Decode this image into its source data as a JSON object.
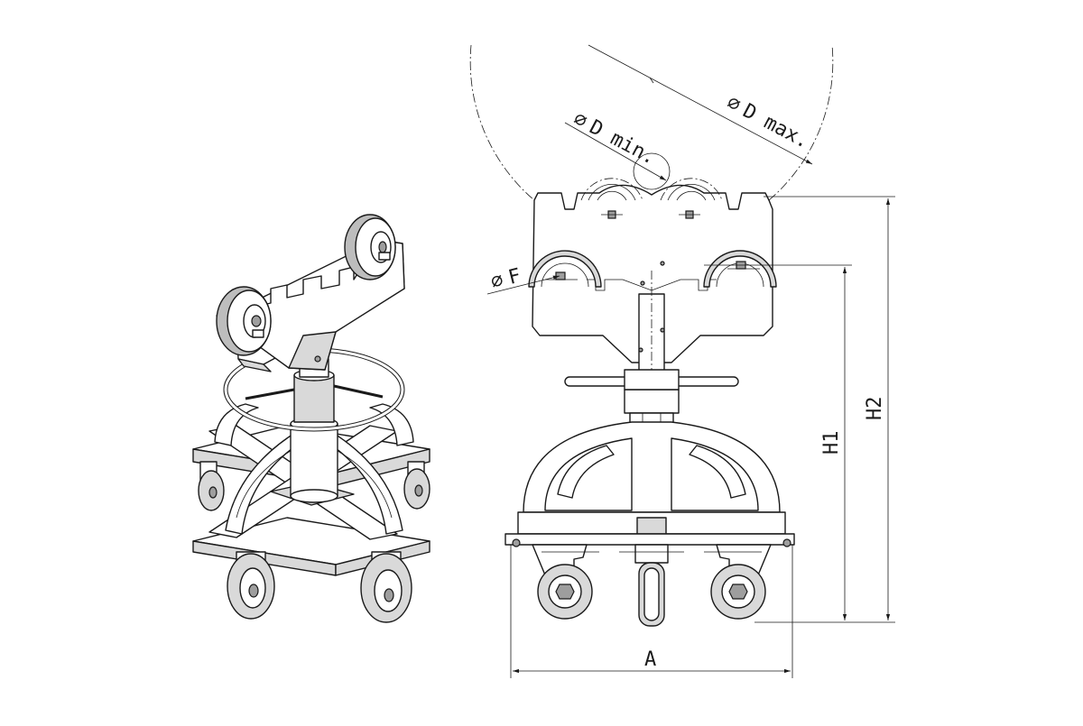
{
  "colors": {
    "line": "#1a1a1a",
    "fill_light": "#d9d9d9",
    "fill_mid": "#bdbdbd",
    "background": "#ffffff"
  },
  "dimensions": {
    "d_max": "D max.",
    "d_min": "D min.",
    "f": "F",
    "h1": "H1",
    "h2": "H2",
    "a": "A"
  },
  "symbols": {
    "diameter": "∅"
  }
}
